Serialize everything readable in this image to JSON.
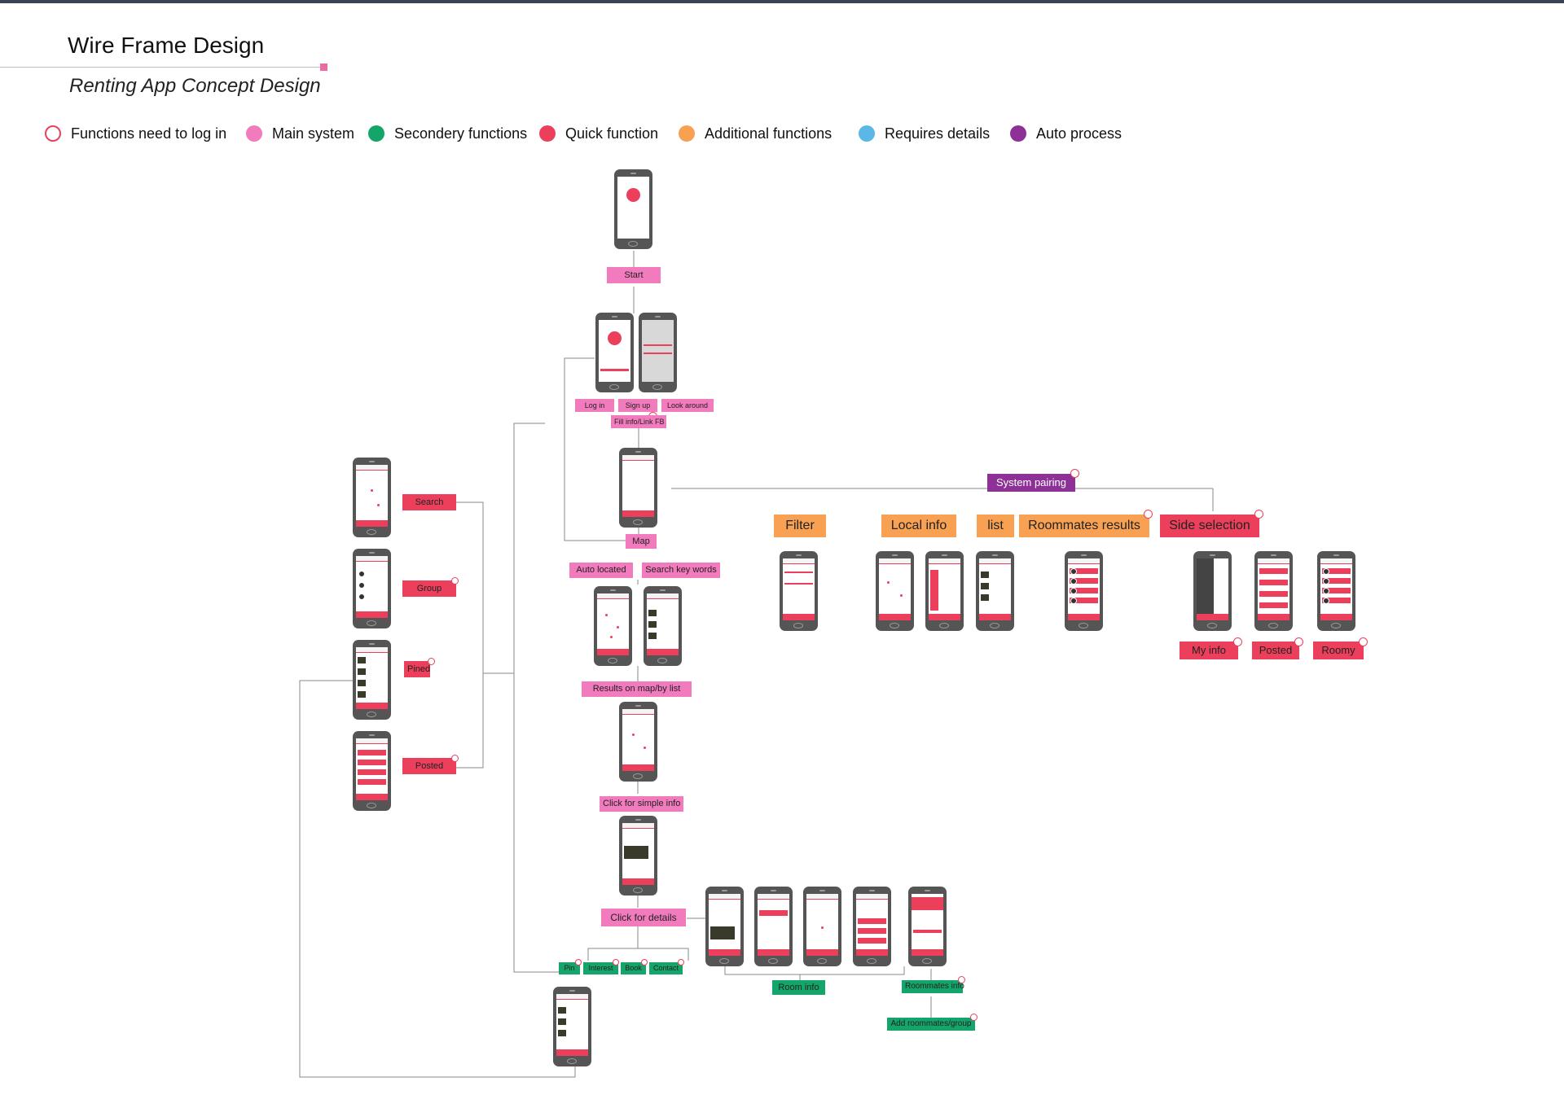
{
  "header": {
    "title": "Wire Frame Design",
    "subtitle": "Renting App Concept Design"
  },
  "legend": [
    {
      "label": "Functions need to log in",
      "color": "#ec3f5c",
      "style": "ring"
    },
    {
      "label": "Main system",
      "color": "#f27bbd",
      "style": "fill"
    },
    {
      "label": "Secondery functions",
      "color": "#14a56b",
      "style": "fill"
    },
    {
      "label": "Quick function",
      "color": "#ec3f5c",
      "style": "fill"
    },
    {
      "label": "Additional functions",
      "color": "#f8a153",
      "style": "fill"
    },
    {
      "label": "Requires details",
      "color": "#5bb8e6",
      "style": "fill"
    },
    {
      "label": "Auto process",
      "color": "#8e3197",
      "style": "fill"
    }
  ],
  "flow": {
    "start": "Start",
    "login": "Log in",
    "signup": "Sign up",
    "look_around": "Look around",
    "fill_info": "Fill info/Link FB",
    "map": "Map",
    "auto_located": "Auto located",
    "search_key_words": "Search key words",
    "results": "Results on map/by list",
    "click_simple": "Click for simple info",
    "click_details": "Click for details",
    "pin": "Pin",
    "interest": "Interest",
    "book": "Book",
    "contact": "Contact",
    "room_info": "Room info",
    "roommates_info": "Roommates info",
    "add_roommates": "Add roommates/group",
    "search": "Search",
    "group": "Group",
    "pined": "Pined",
    "posted_left": "Posted",
    "system_pairing": "System pairing",
    "filter": "Filter",
    "local_info": "Local info",
    "list": "list",
    "roommates_results": "Roommates results",
    "side_selection": "Side selection",
    "my_info": "My info",
    "posted_right": "Posted",
    "roomy": "Roomy"
  }
}
